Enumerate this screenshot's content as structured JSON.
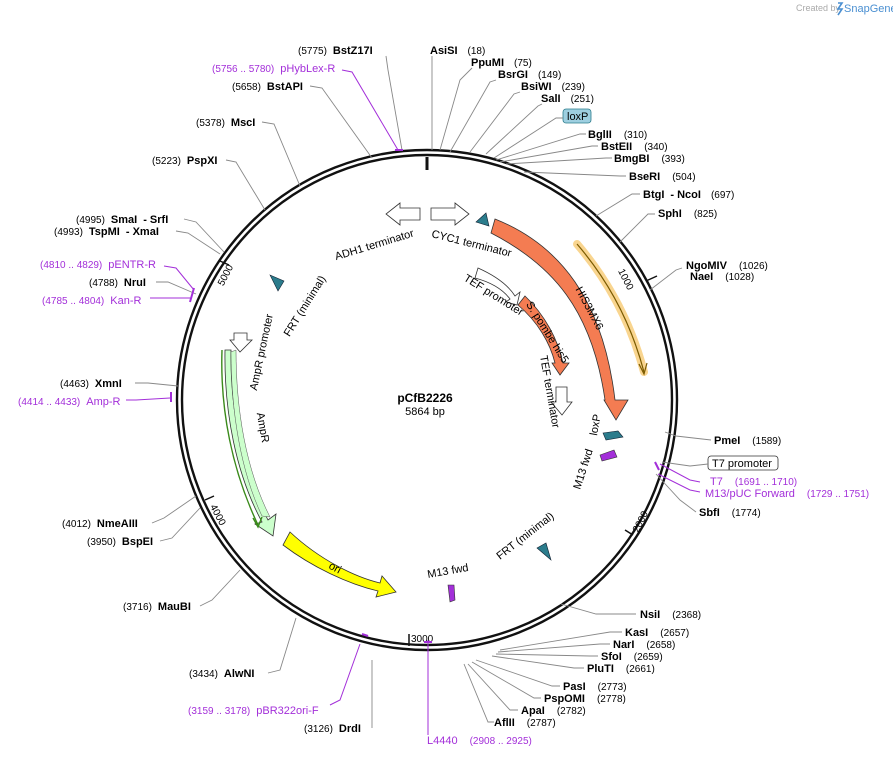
{
  "branding": {
    "created_by": "Created by",
    "app": "SnapGene"
  },
  "plasmid": {
    "name": "pCfB2226",
    "size": "5864 bp"
  },
  "ticks": [
    "1000",
    "2000",
    "3000",
    "4000",
    "5000"
  ],
  "sites": [
    {
      "name": "BstZ17I",
      "pos": "(5775)"
    },
    {
      "name": "AsiSI",
      "pos": "(18)"
    },
    {
      "name": "PpuMI",
      "pos": "(75)"
    },
    {
      "name": "BsrGI",
      "pos": "(149)"
    },
    {
      "name": "BsiWI",
      "pos": "(239)"
    },
    {
      "name": "SalI",
      "pos": "(251)"
    },
    {
      "name": "BglII",
      "pos": "(310)"
    },
    {
      "name": "BstEII",
      "pos": "(340)"
    },
    {
      "name": "BmgBI",
      "pos": "(393)"
    },
    {
      "name": "BseRI",
      "pos": "(504)"
    },
    {
      "name": "BtgI",
      "pos": ""
    },
    {
      "name": "- NcoI",
      "pos": "(697)"
    },
    {
      "name": "SphI",
      "pos": "(825)"
    },
    {
      "name": "NgoMIV",
      "pos": "(1026)"
    },
    {
      "name": "NaeI",
      "pos": "(1028)"
    },
    {
      "name": "PmeI",
      "pos": "(1589)"
    },
    {
      "name": "SbfI",
      "pos": "(1774)"
    },
    {
      "name": "NsiI",
      "pos": "(2368)"
    },
    {
      "name": "KasI",
      "pos": "(2657)"
    },
    {
      "name": "NarI",
      "pos": "(2658)"
    },
    {
      "name": "SfoI",
      "pos": "(2659)"
    },
    {
      "name": "PluTI",
      "pos": "(2661)"
    },
    {
      "name": "PasI",
      "pos": "(2773)"
    },
    {
      "name": "PspOMI",
      "pos": "(2778)"
    },
    {
      "name": "ApaI",
      "pos": "(2782)"
    },
    {
      "name": "AflII",
      "pos": "(2787)"
    },
    {
      "name": "DrdI",
      "pos": "(3126)"
    },
    {
      "name": "AlwNI",
      "pos": "(3434)"
    },
    {
      "name": "MauBI",
      "pos": "(3716)"
    },
    {
      "name": "BspEI",
      "pos": "(3950)"
    },
    {
      "name": "NmeAIII",
      "pos": "(4012)"
    },
    {
      "name": "XmnI",
      "pos": "(4463)"
    },
    {
      "name": "NruI",
      "pos": "(4788)"
    },
    {
      "name": "TspMI",
      "pos": "(4993)"
    },
    {
      "name": "- XmaI",
      "pos": ""
    },
    {
      "name": "SmaI",
      "pos": "(4995)"
    },
    {
      "name": "- SrfI",
      "pos": ""
    },
    {
      "name": "PspXI",
      "pos": "(5223)"
    },
    {
      "name": "MscI",
      "pos": "(5378)"
    },
    {
      "name": "BstAPI",
      "pos": "(5658)"
    }
  ],
  "primers": [
    {
      "name": "pHybLex-R",
      "range": "(5756 .. 5780)"
    },
    {
      "name": "pENTR-R",
      "range": "(4810 .. 4829)"
    },
    {
      "name": "Kan-R",
      "range": "(4785 .. 4804)"
    },
    {
      "name": "Amp-R",
      "range": "(4414 .. 4433)"
    },
    {
      "name": "T7",
      "range": "(1691 .. 1710)"
    },
    {
      "name": "M13/pUC Forward",
      "range": "(1729 .. 1751)"
    },
    {
      "name": "pBR322ori-F",
      "range": "(3159 .. 3178)"
    },
    {
      "name": "L4440",
      "range": "(2908 .. 2925)"
    }
  ],
  "boxed_labels": {
    "loxp": "loxP",
    "t7_promoter": "T7 promoter"
  },
  "features": {
    "adh1_term": "ADH1 terminator",
    "cyc1_term": "CYC1 terminator",
    "his3mx6": "HIS3MX6",
    "tef_promoter": "TEF promoter",
    "sp_his5": "S. pombe his5",
    "tef_term": "TEF terminator",
    "loxp_inner": "loxP",
    "m13_fwd_right": "M13 fwd",
    "frt_right": "FRT (minimal)",
    "m13_fwd_bottom": "M13 fwd",
    "ori": "ori",
    "ampr": "AmpR",
    "ampr_promoter": "AmpR promoter",
    "frt_left": "FRT (minimal)"
  },
  "colors": {
    "orange": "#f47c52",
    "ori_yellow": "#ffff00",
    "ampr_green": "#ccffcc",
    "primer_purple": "#a32fd9",
    "teal": "#2b7c8c",
    "highlight": "#f7c35f"
  }
}
